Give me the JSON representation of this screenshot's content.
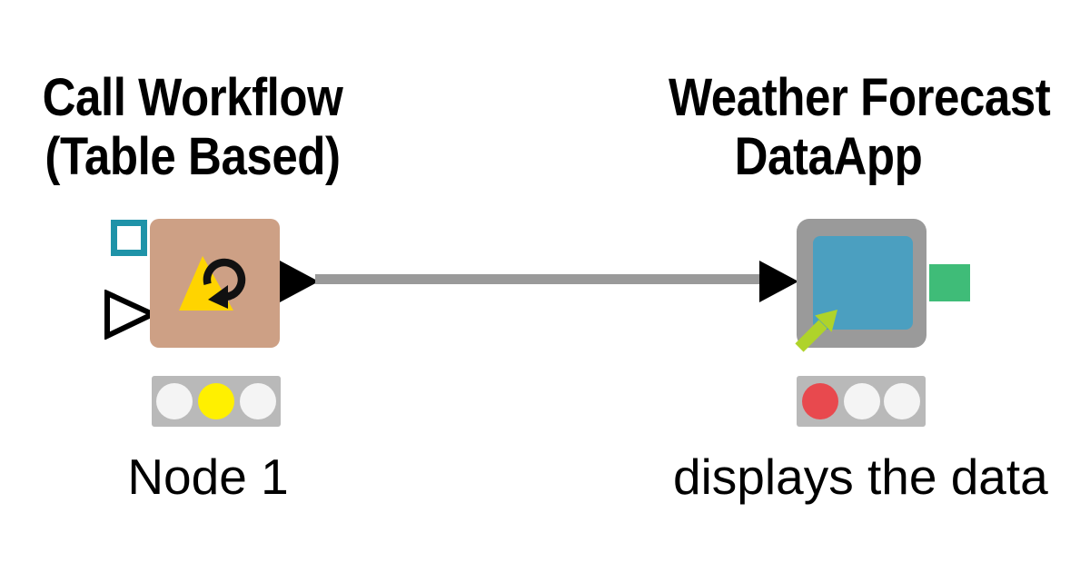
{
  "app": "KNIME workflow editor canvas",
  "colors": {
    "background": "#FFFFFF",
    "text": "#000000",
    "node_tan": "#CDA085",
    "icon_yellow": "#FFD400",
    "icon_black": "#111111",
    "flowvar_teal": "#1F93A8",
    "port_black": "#000000",
    "port_white_fill": "#FFFFFF",
    "component_gray": "#9A9A9A",
    "component_blue": "#4B9FC0",
    "component_arrow_green": "#AFD32A",
    "component_port_green": "#3FBC78",
    "traffic_bar_gray": "#B9B9B9",
    "light_off": "#F4F4F4",
    "light_yellow": "#FFF000",
    "light_red": "#E8494E"
  },
  "workflow": {
    "nodes": [
      {
        "id": "node-1",
        "type": "native-node",
        "title_line1": "Call Workflow",
        "title_line2": "(Table Based)",
        "annotation": "Node 1",
        "body_color": "#CDA085",
        "icon": "loop-arrow-icon",
        "status": "configured",
        "status_lights": [
          {
            "state": "off",
            "color": "#F4F4F4"
          },
          {
            "state": "yellow",
            "color": "#FFF000"
          },
          {
            "state": "off",
            "color": "#F4F4F4"
          }
        ],
        "ports": {
          "flow_variable_in": "unconnected",
          "data_in": "unconnected",
          "data_out": "connected"
        }
      },
      {
        "id": "node-2",
        "type": "component",
        "title_line1": "Weather Forecast",
        "title_line2": "DataApp",
        "annotation": "displays the data",
        "body_color": "#9A9A9A",
        "icon": "component-expand-arrow-icon",
        "status": "not-executed",
        "status_lights": [
          {
            "state": "red",
            "color": "#E8494E"
          },
          {
            "state": "off",
            "color": "#F4F4F4"
          },
          {
            "state": "off",
            "color": "#F4F4F4"
          }
        ],
        "ports": {
          "data_in": "connected",
          "data_out_green": "unconnected"
        }
      }
    ],
    "connection": {
      "from": "Call Workflow (Table Based)",
      "to": "Weather Forecast DataApp",
      "color": "#9A9A9A"
    }
  }
}
